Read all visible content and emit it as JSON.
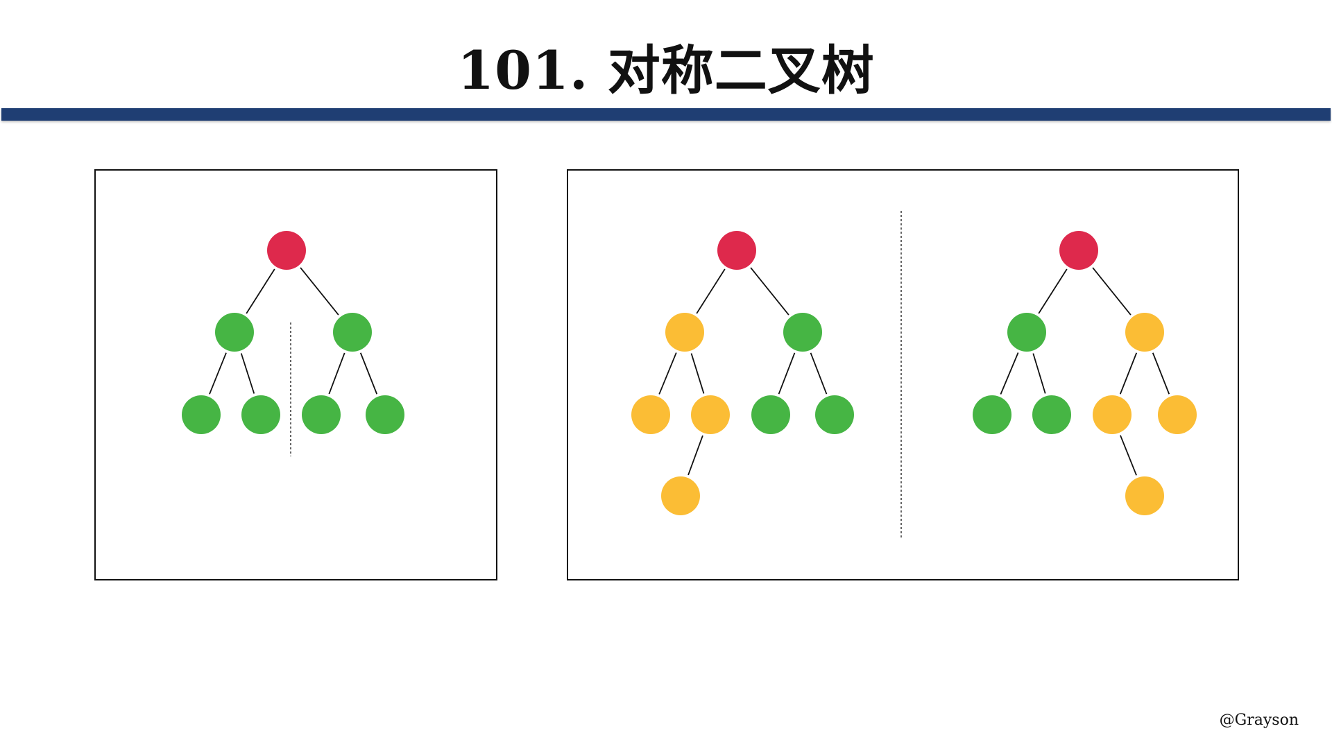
{
  "title": "101. 对称二叉树",
  "credit": "@Grayson",
  "colors": {
    "root": "#de294c",
    "green": "#46b544",
    "yellow": "#fbbd35",
    "rule": "#1f3e73"
  },
  "trees": [
    {
      "name": "symmetric-tree",
      "nodes": [
        {
          "id": "r",
          "color": "root",
          "parent": null
        },
        {
          "id": "a",
          "color": "green",
          "parent": "r"
        },
        {
          "id": "b",
          "color": "green",
          "parent": "r"
        },
        {
          "id": "a1",
          "color": "green",
          "parent": "a"
        },
        {
          "id": "a2",
          "color": "green",
          "parent": "a"
        },
        {
          "id": "b1",
          "color": "green",
          "parent": "b"
        },
        {
          "id": "b2",
          "color": "green",
          "parent": "b"
        }
      ]
    },
    {
      "name": "left-tree",
      "nodes": [
        {
          "id": "r",
          "color": "root",
          "parent": null
        },
        {
          "id": "a",
          "color": "yellow",
          "parent": "r"
        },
        {
          "id": "b",
          "color": "green",
          "parent": "r"
        },
        {
          "id": "a1",
          "color": "yellow",
          "parent": "a"
        },
        {
          "id": "a2",
          "color": "yellow",
          "parent": "a"
        },
        {
          "id": "a2l",
          "color": "yellow",
          "parent": "a2"
        },
        {
          "id": "b1",
          "color": "green",
          "parent": "b"
        },
        {
          "id": "b2",
          "color": "green",
          "parent": "b"
        }
      ]
    },
    {
      "name": "mirrored-tree",
      "nodes": [
        {
          "id": "r",
          "color": "root",
          "parent": null
        },
        {
          "id": "a",
          "color": "green",
          "parent": "r"
        },
        {
          "id": "b",
          "color": "yellow",
          "parent": "r"
        },
        {
          "id": "a1",
          "color": "green",
          "parent": "a"
        },
        {
          "id": "a2",
          "color": "green",
          "parent": "a"
        },
        {
          "id": "b1",
          "color": "yellow",
          "parent": "b"
        },
        {
          "id": "b1r",
          "color": "yellow",
          "parent": "b1"
        },
        {
          "id": "b2",
          "color": "yellow",
          "parent": "b"
        }
      ]
    }
  ]
}
